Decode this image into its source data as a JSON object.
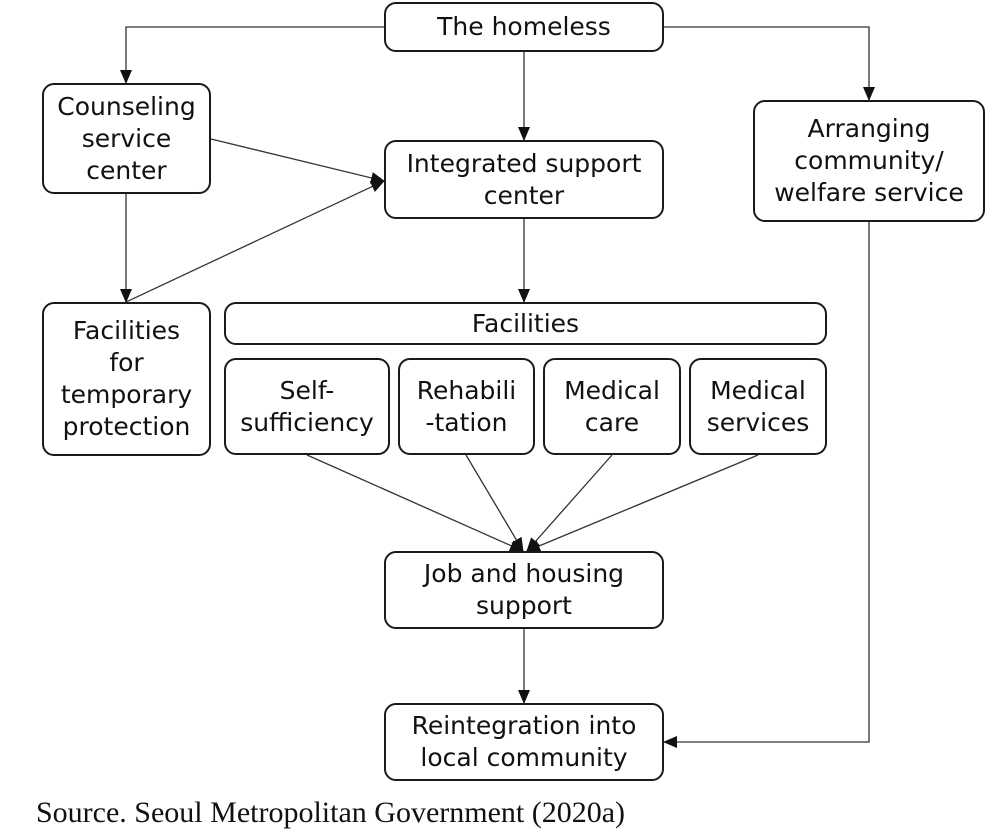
{
  "nodes": {
    "homeless": "The homeless",
    "counseling": "Counseling\nservice\ncenter",
    "integrated": "Integrated support\ncenter",
    "arranging": "Arranging\ncommunity/\nwelfare service",
    "temporary": "Facilities\nfor\ntemporary\nprotection",
    "facilities": "Facilities",
    "self_sufficiency": "Self-\nsufficiency",
    "rehabilitation": "Rehabili\n-tation",
    "medical_care": "Medical\ncare",
    "medical_services": "Medical\nservices",
    "job_housing": "Job and housing\nsupport",
    "reintegration": "Reintegration into\nlocal community"
  },
  "source": "Source. Seoul Metropolitan Government (2020a)",
  "edges": [
    {
      "from": "homeless",
      "to": "counseling"
    },
    {
      "from": "homeless",
      "to": "integrated"
    },
    {
      "from": "homeless",
      "to": "arranging"
    },
    {
      "from": "counseling",
      "to": "integrated"
    },
    {
      "from": "counseling",
      "to": "temporary"
    },
    {
      "from": "temporary",
      "to": "integrated"
    },
    {
      "from": "integrated",
      "to": "facilities"
    },
    {
      "from": "self_sufficiency",
      "to": "job_housing"
    },
    {
      "from": "rehabilitation",
      "to": "job_housing"
    },
    {
      "from": "medical_care",
      "to": "job_housing"
    },
    {
      "from": "medical_services",
      "to": "job_housing"
    },
    {
      "from": "job_housing",
      "to": "reintegration"
    },
    {
      "from": "arranging",
      "to": "reintegration"
    }
  ]
}
